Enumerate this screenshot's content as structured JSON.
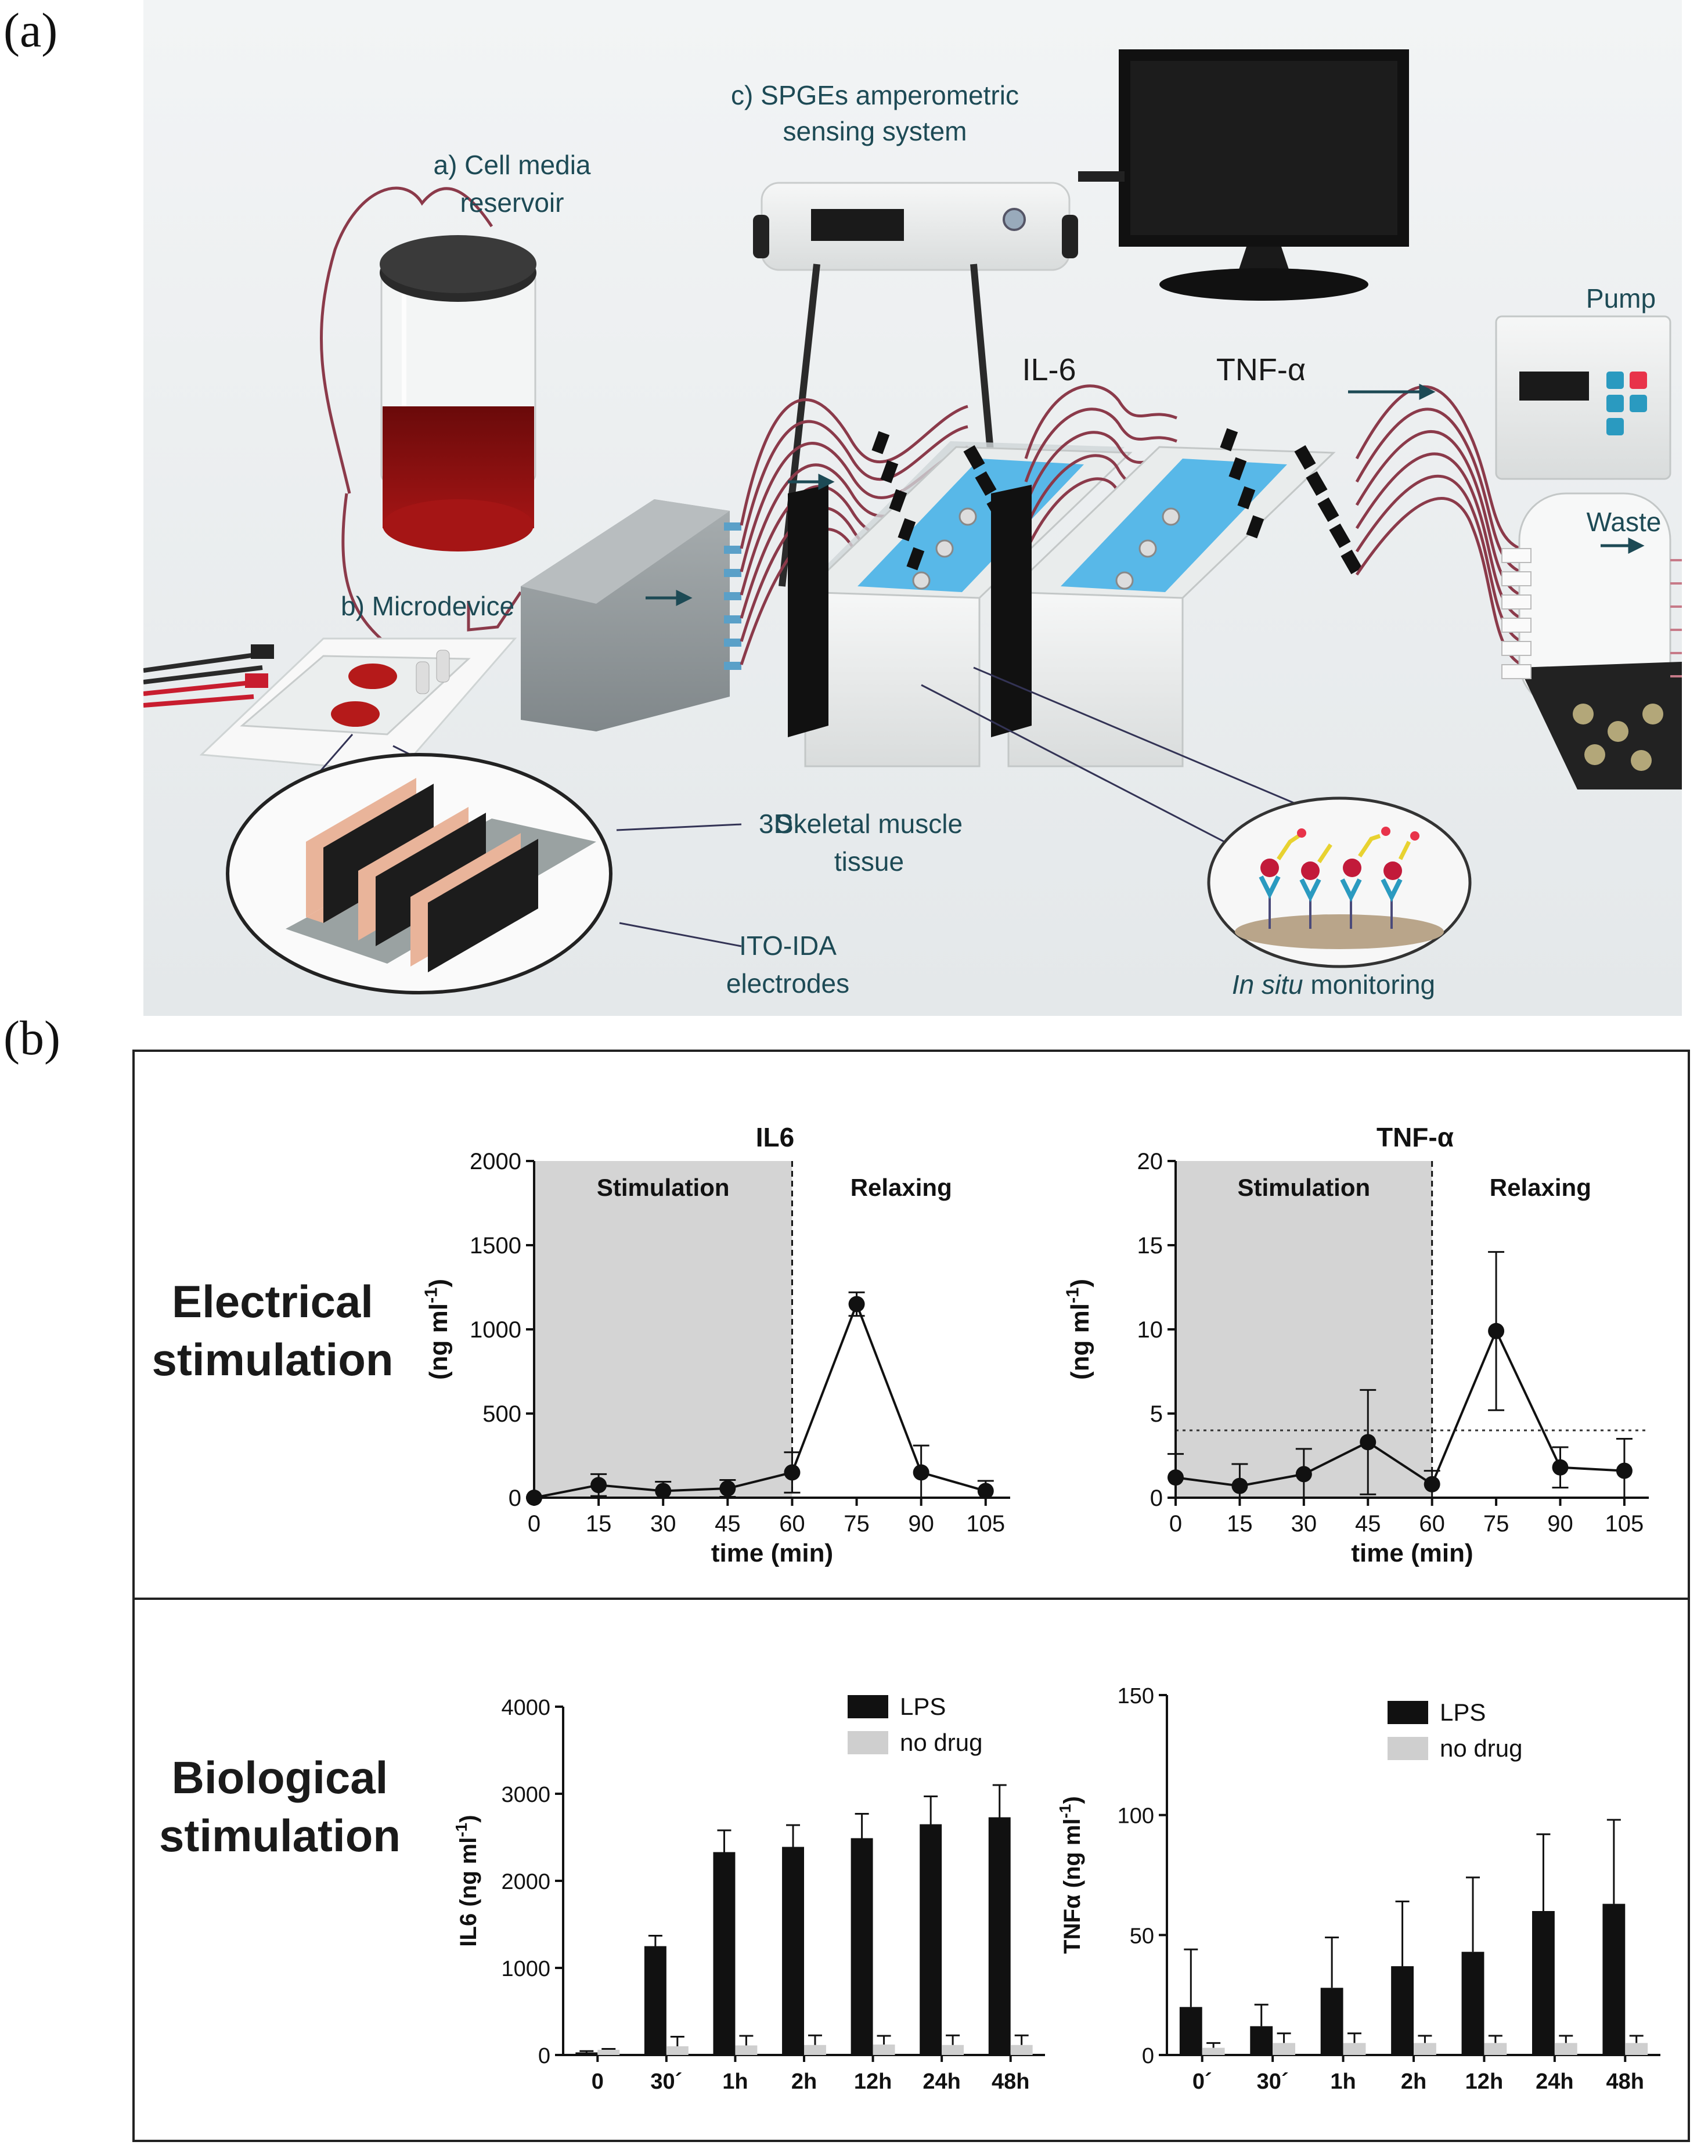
{
  "panel_labels": {
    "a": "(a)",
    "b": "(b)"
  },
  "diagram": {
    "labels": {
      "cell_media_line1": "a) Cell media",
      "cell_media_line2": "reservoir",
      "microdevice": "b) Microdevice",
      "sensing_line1": "c) SPGEs amperometric",
      "sensing_line2": "sensing system",
      "il6": "IL-6",
      "tnf": "TNF-α",
      "pump": "Pump",
      "waste": "Waste",
      "muscle_line1": "3D",
      "muscle_line2": "Skeletal muscle",
      "muscle_line3": "tissue",
      "electrodes_line1": "ITO-IDA",
      "electrodes_line2": "electrodes",
      "monitoring_italic": "In situ",
      "monitoring_rest": " monitoring"
    },
    "colors": {
      "tubing": "#8b3a4a",
      "media": "#8a1010",
      "chip": "#58b8e8",
      "text": "#1d4a55"
    }
  },
  "rows": {
    "electrical_line1": "Electrical",
    "electrical_line2": "stimulation",
    "biological_line1": "Biological",
    "biological_line2": "stimulation"
  },
  "chart_data": [
    {
      "type": "line",
      "title": "IL6",
      "xlabel": "time (min)",
      "ylabel": "(ng ml-1)",
      "ylabel_main": "(ng ml",
      "ylabel_sup": "-1",
      "ylabel_end": ")",
      "x": [
        0,
        15,
        30,
        45,
        60,
        75,
        90,
        105
      ],
      "y": [
        0,
        75,
        40,
        55,
        150,
        1150,
        150,
        40
      ],
      "error": [
        0,
        65,
        55,
        50,
        120,
        70,
        160,
        60
      ],
      "xticks": [
        0,
        15,
        30,
        45,
        60,
        75,
        90,
        105
      ],
      "yticks": [
        0,
        500,
        1000,
        1500,
        2000
      ],
      "xlim": [
        0,
        108
      ],
      "ylim": [
        0,
        2000
      ],
      "shaded_region": [
        0,
        60
      ],
      "region_labels": {
        "stimulation": "Stimulation",
        "relaxing": "Relaxing"
      },
      "colors": {
        "line": "#111111",
        "shade": "#d4d4d4"
      }
    },
    {
      "type": "line",
      "title": "TNF-α",
      "xlabel": "time (min)",
      "ylabel": "(ng ml-1)",
      "ylabel_main": "(ng ml",
      "ylabel_sup": "-1",
      "ylabel_end": ")",
      "x": [
        0,
        15,
        30,
        45,
        60,
        75,
        90,
        105
      ],
      "y": [
        1.2,
        0.7,
        1.4,
        3.3,
        0.8,
        9.9,
        1.8,
        1.6
      ],
      "error": [
        1.4,
        1.3,
        1.5,
        3.1,
        0.8,
        4.7,
        1.2,
        1.9
      ],
      "xticks": [
        0,
        15,
        30,
        45,
        60,
        75,
        90,
        105
      ],
      "yticks": [
        0,
        5,
        10,
        15,
        20
      ],
      "xlim": [
        0,
        108
      ],
      "ylim": [
        0,
        20
      ],
      "shaded_region": [
        0,
        60
      ],
      "threshold": 4,
      "region_labels": {
        "stimulation": "Stimulation",
        "relaxing": "Relaxing"
      },
      "colors": {
        "line": "#111111",
        "shade": "#d4d4d4"
      }
    },
    {
      "type": "bar",
      "ylabel": "IL6 (ng ml-1)",
      "ylabel_main": "IL6 (ng ml",
      "ylabel_sup": "-1",
      "ylabel_end": ")",
      "categories": [
        "0",
        "30´",
        "1h",
        "2h",
        "12h",
        "24h",
        "48h"
      ],
      "series": [
        {
          "name": "LPS",
          "values": [
            30,
            1250,
            2330,
            2390,
            2490,
            2650,
            2730
          ],
          "errors": [
            15,
            120,
            250,
            250,
            280,
            320,
            370
          ]
        },
        {
          "name": "no drug",
          "values": [
            60,
            100,
            110,
            115,
            120,
            115,
            115
          ],
          "errors": [
            10,
            110,
            110,
            110,
            100,
            110,
            110
          ]
        }
      ],
      "yticks": [
        0,
        1000,
        2000,
        3000,
        4000
      ],
      "ylim": [
        0,
        4000
      ],
      "legend": "top-right",
      "colors": {
        "LPS": "#111111",
        "no drug": "#cfcfcf"
      }
    },
    {
      "type": "bar",
      "ylabel": "TNFα (ng ml-1)",
      "ylabel_main": "TNFα (ng ml",
      "ylabel_sup": "-1",
      "ylabel_end": ")",
      "categories": [
        "0´",
        "30´",
        "1h",
        "2h",
        "12h",
        "24h",
        "48h"
      ],
      "series": [
        {
          "name": "LPS",
          "values": [
            20,
            12,
            28,
            37,
            43,
            60,
            63
          ],
          "errors": [
            24,
            9,
            21,
            27,
            31,
            32,
            35
          ]
        },
        {
          "name": "no drug",
          "values": [
            3,
            5,
            5,
            5,
            5,
            5,
            5
          ],
          "errors": [
            2,
            4,
            4,
            3,
            3,
            3,
            3
          ]
        }
      ],
      "yticks": [
        0,
        50,
        100,
        150
      ],
      "ylim": [
        0,
        150
      ],
      "legend": "top-right",
      "colors": {
        "LPS": "#111111",
        "no drug": "#cfcfcf"
      }
    }
  ]
}
